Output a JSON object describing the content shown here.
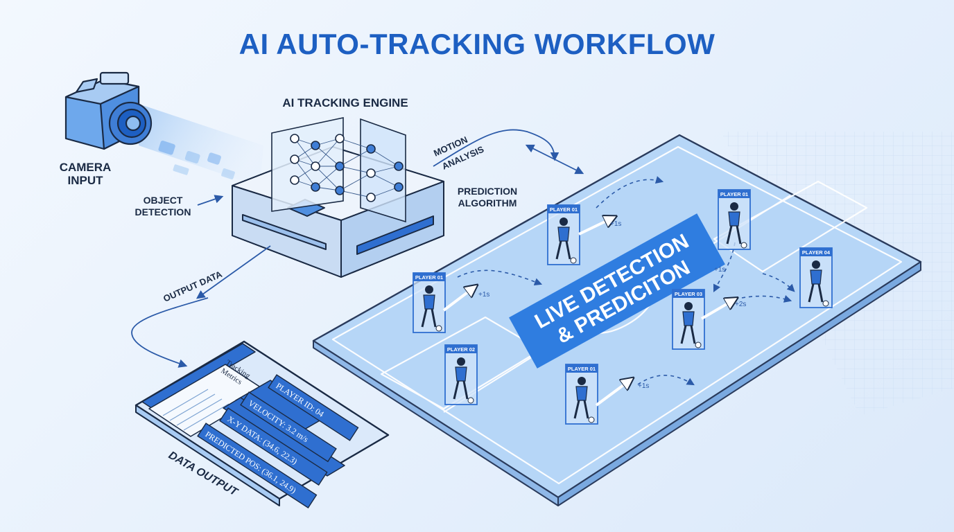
{
  "title": "AI AUTO-TRACKING WORKFLOW",
  "labels": {
    "camera_line1": "CAMERA",
    "camera_line2": "INPUT",
    "object_line1": "OBJECT",
    "object_line2": "DETECTION",
    "engine": "AI TRACKING ENGINE",
    "motion_line1": "MOTION",
    "motion_line2": "ANALYSIS",
    "prediction_line1": "PREDICTION",
    "prediction_line2": "ALGORITHM",
    "output_data": "OUTPUT DATA",
    "data_output": "DATA OUTPUT",
    "live_line1": "LIVE DETECTION",
    "live_line2": "& PREDICITON"
  },
  "metrics": {
    "heading_line1": "Tracking",
    "heading_line2": "Metrics",
    "rows": [
      "PLAYER ID: 04",
      "VELOCITY: 3.2 m/s",
      "X-Y DATA: (34.6, 22.3)",
      "PREDICTED POS: (36.1, 24.9)"
    ]
  },
  "players": [
    {
      "label": "PLAYER 01",
      "time": "+1s"
    },
    {
      "label": "PLAYER 01",
      "time": "+1s"
    },
    {
      "label": "PLAYER 02",
      "time": ""
    },
    {
      "label": "PLAYER 01",
      "time": "+1s"
    },
    {
      "label": "PLAYER 01",
      "time": "+1s"
    },
    {
      "label": "PLAYER 03",
      "time": "+2s"
    },
    {
      "label": "PLAYER 04",
      "time": ""
    }
  ],
  "colors": {
    "accent": "#1d5fc2",
    "banner": "#2f7de0",
    "field": "#b6d6f7",
    "line": "#1a2a44"
  }
}
